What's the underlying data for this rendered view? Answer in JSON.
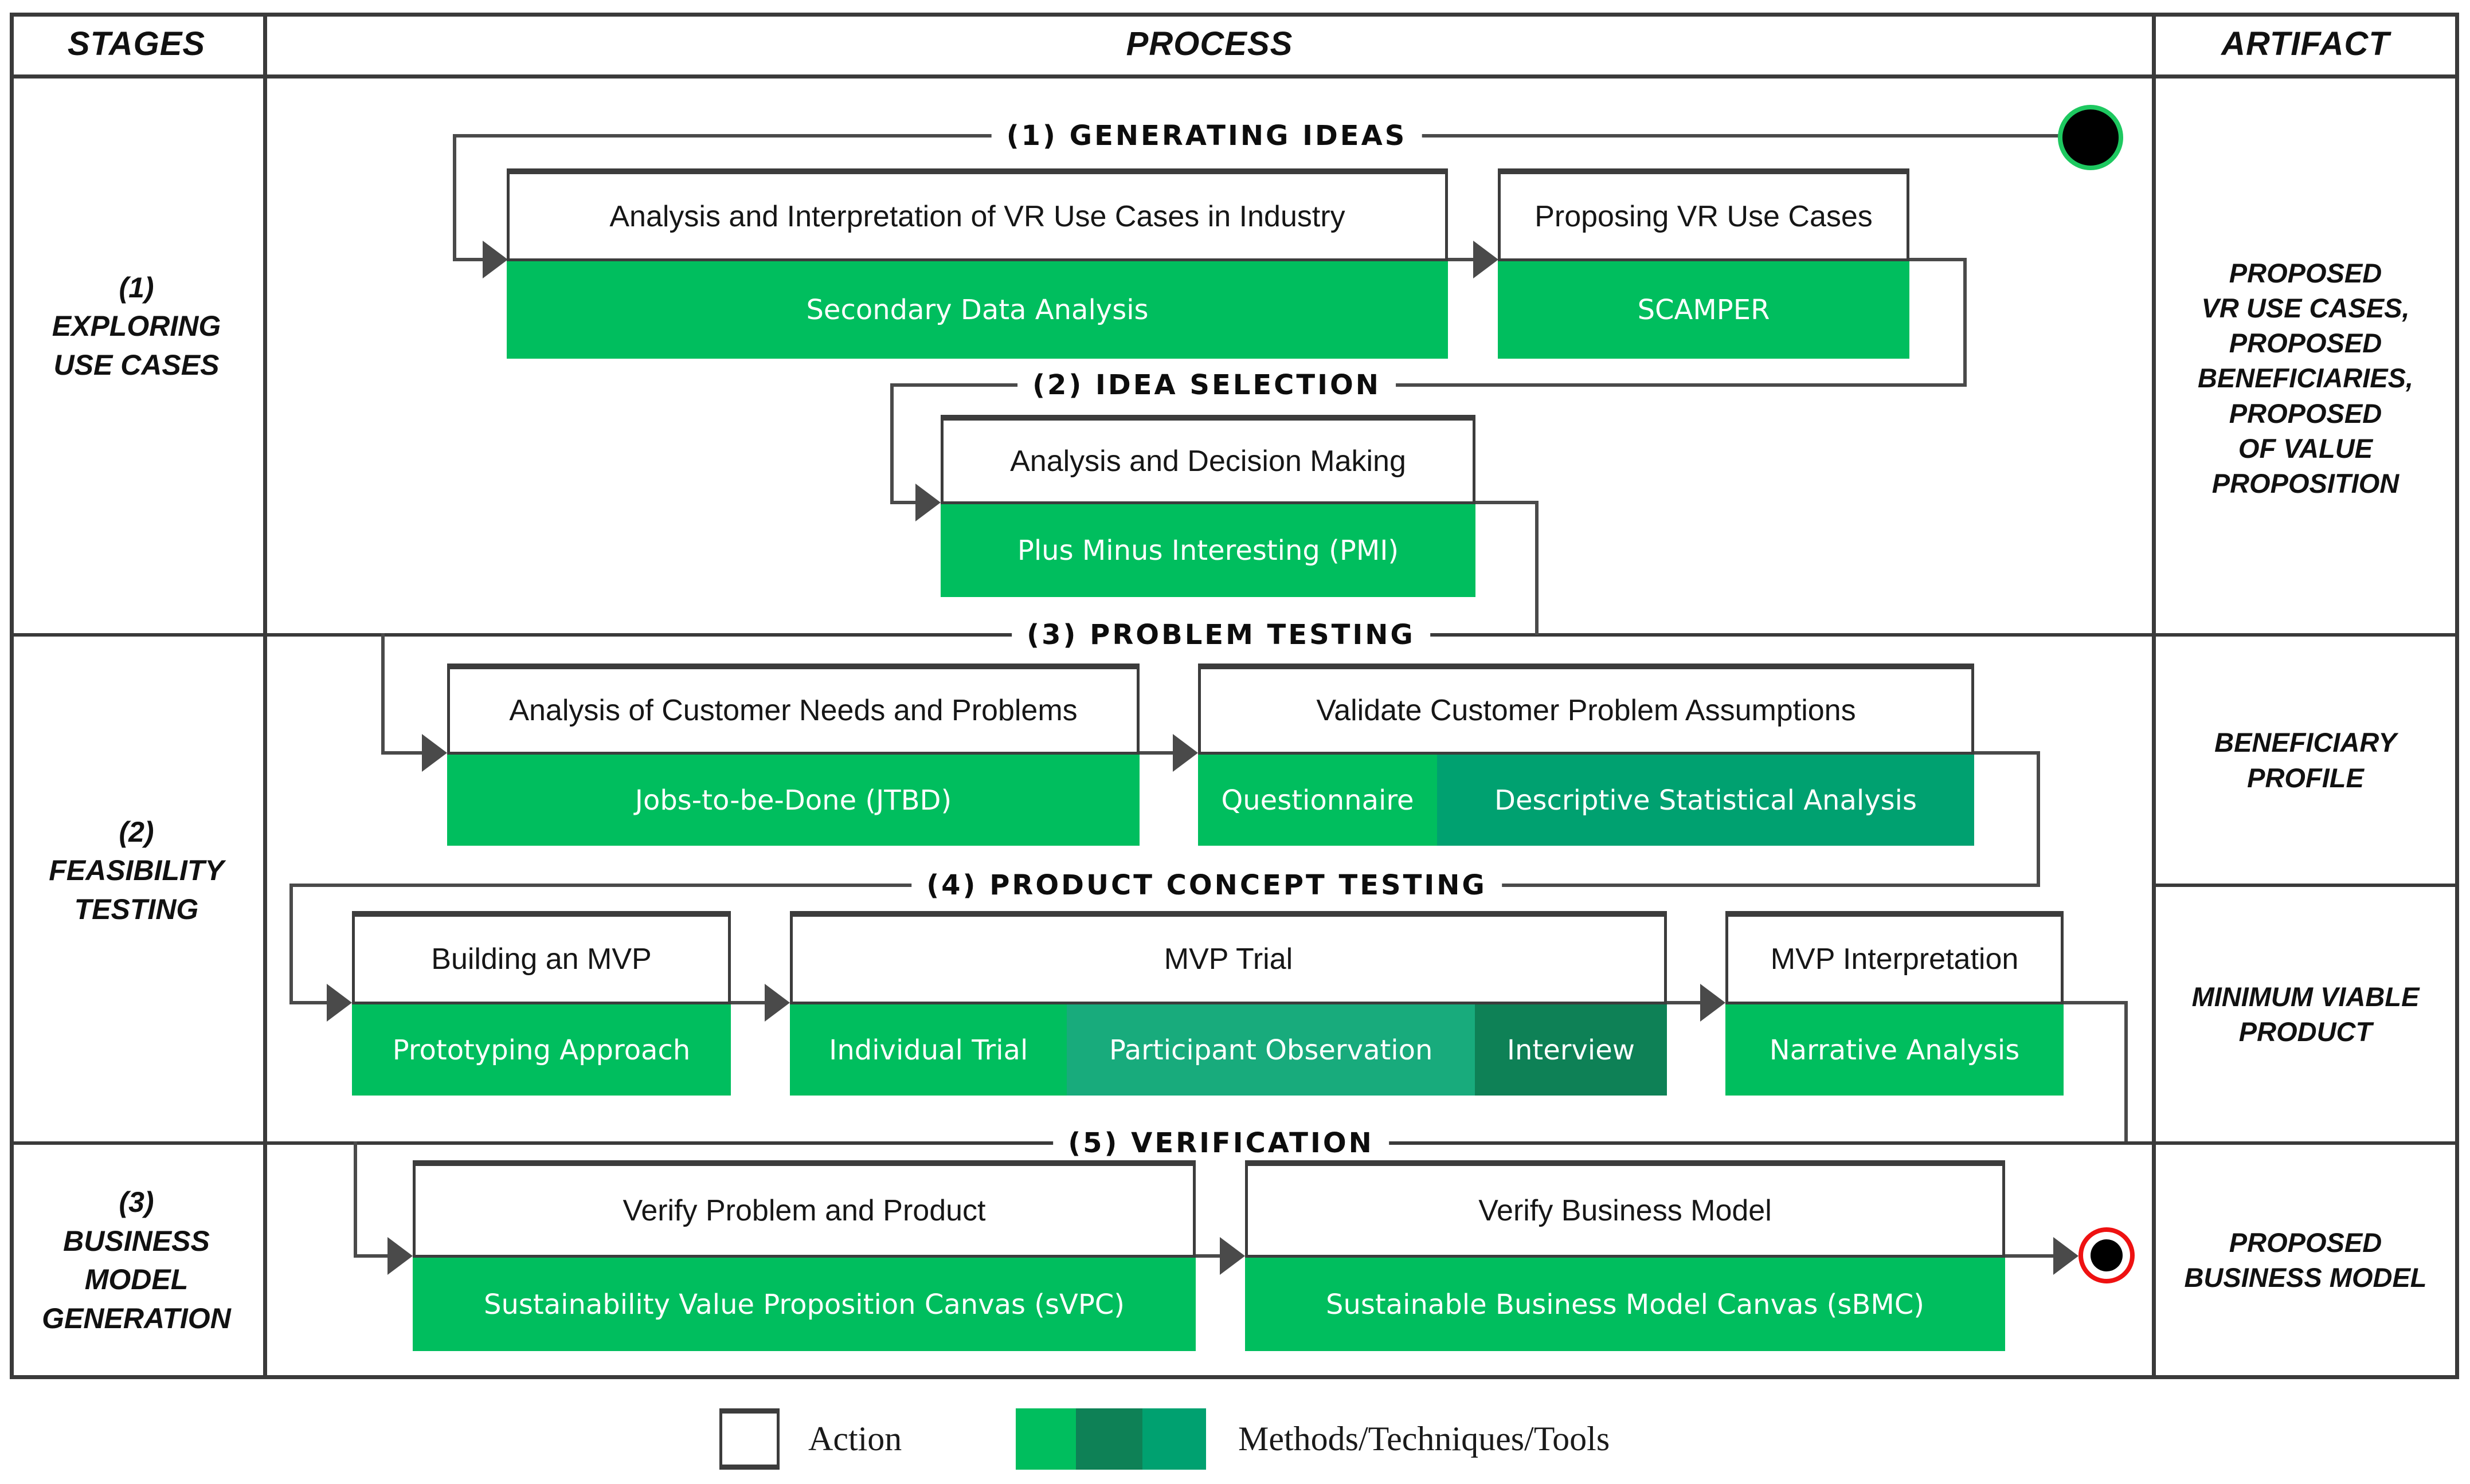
{
  "header": {
    "stages": "STAGES",
    "process": "PROCESS",
    "artifact": "ARTIFACT"
  },
  "stages": [
    {
      "label": "(1)\nEXPLORING\nUSE CASES"
    },
    {
      "label": "(2)\nFEASIBILITY\nTESTING"
    },
    {
      "label": "(3)\nBUSINESS\nMODEL\nGENERATION"
    }
  ],
  "artifacts": [
    {
      "label": "PROPOSED\nVR USE CASES,\nPROPOSED\nBENEFICIARIES,\nPROPOSED\nOF VALUE\nPROPOSITION"
    },
    {
      "label": "BENEFICIARY\nPROFILE"
    },
    {
      "label": "MINIMUM VIABLE\nPRODUCT"
    },
    {
      "label": "PROPOSED\nBUSINESS MODEL"
    }
  ],
  "process_steps": [
    {
      "label": "(1) GENERATING IDEAS"
    },
    {
      "label": "(2) IDEA SELECTION"
    },
    {
      "label": "(3) PROBLEM TESTING"
    },
    {
      "label": "(4) PRODUCT CONCEPT TESTING"
    },
    {
      "label": "(5) VERIFICATION"
    }
  ],
  "boxes": [
    {
      "action": "Analysis and Interpretation of VR Use Cases in Industry",
      "methods": [
        {
          "label": "Secondary Data Analysis"
        }
      ]
    },
    {
      "action": "Proposing VR Use Cases",
      "methods": [
        {
          "label": "SCAMPER"
        }
      ]
    },
    {
      "action": "Analysis and Decision Making",
      "methods": [
        {
          "label": "Plus Minus Interesting (PMI)"
        }
      ]
    },
    {
      "action": "Analysis of Customer Needs and Problems",
      "methods": [
        {
          "label": "Jobs-to-be-Done (JTBD)"
        }
      ]
    },
    {
      "action": "Validate Customer Problem Assumptions",
      "methods": [
        {
          "label": "Questionnaire"
        },
        {
          "label": "Descriptive Statistical Analysis"
        }
      ]
    },
    {
      "action": "Building an MVP",
      "methods": [
        {
          "label": "Prototyping Approach"
        }
      ]
    },
    {
      "action": "MVP Trial",
      "methods": [
        {
          "label": "Individual Trial"
        },
        {
          "label": "Participant Observation"
        },
        {
          "label": "Interview"
        }
      ]
    },
    {
      "action": "MVP Interpretation",
      "methods": [
        {
          "label": "Narrative Analysis"
        }
      ]
    },
    {
      "action": "Verify Problem and Product",
      "methods": [
        {
          "label": "Sustainability Value Proposition Canvas (sVPC)"
        }
      ]
    },
    {
      "action": "Verify Business Model",
      "methods": [
        {
          "label": "Sustainable Business Model Canvas (sBMC)"
        }
      ]
    }
  ],
  "legend": {
    "action_label": "Action",
    "methods_label": "Methods/Techniques/Tools"
  },
  "colors": {
    "bright_green": "#00BE5E",
    "medium_green": "#00A170",
    "teal_green": "#18AB7C",
    "dark_green": "#0E8156",
    "line": "#4a4a4a",
    "start_node_ring": "#1EC860",
    "end_node_ring": "#EE1111"
  }
}
